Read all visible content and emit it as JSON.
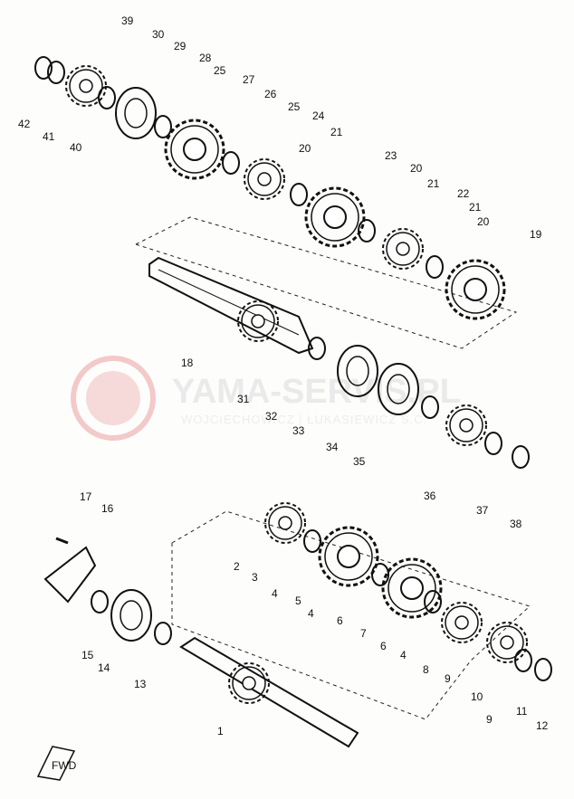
{
  "watermark": {
    "brand": "YAMA-SERVIS.PL",
    "sub": "WOJCIECHOWICZ | ŁUKASIEWICZ S.C.",
    "accent": "#d94a4a"
  },
  "fwd_mark": "FWD",
  "callouts": [
    "1",
    "2",
    "3",
    "4",
    "5",
    "6",
    "7",
    "8",
    "9",
    "10",
    "11",
    "12",
    "13",
    "14",
    "15",
    "16",
    "17",
    "18",
    "19",
    "20",
    "21",
    "22",
    "23",
    "24",
    "25",
    "26",
    "27",
    "28",
    "29",
    "30",
    "31",
    "32",
    "33",
    "34",
    "35",
    "36",
    "37",
    "38",
    "39",
    "40",
    "41",
    "42"
  ],
  "colors": {
    "ink": "#111111",
    "paper": "#fdfdfb"
  }
}
